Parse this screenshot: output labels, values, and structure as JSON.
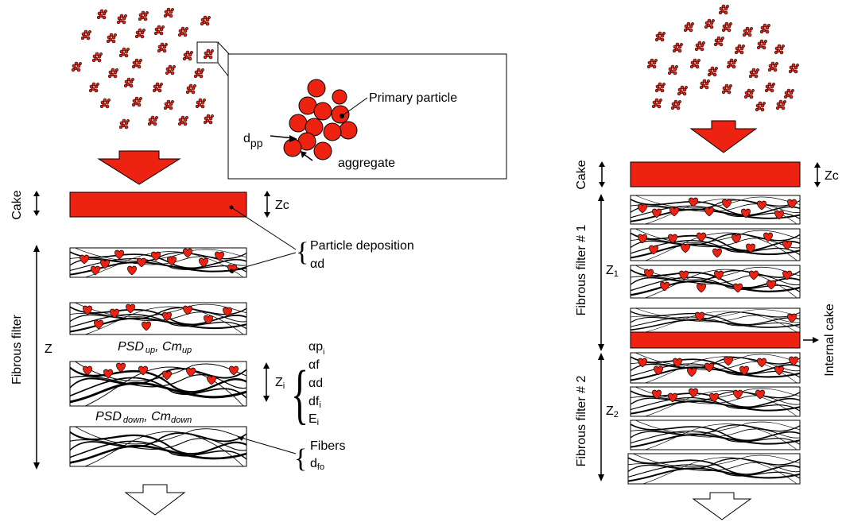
{
  "left_panel": {
    "zoom_inset": {
      "primary_particle_label": "Primary particle",
      "dpp_label": "d",
      "dpp_sub": "pp",
      "aggregate_label": "aggregate"
    },
    "cake_label": "Cake",
    "zc_label": "Zc",
    "fibrous_filter_label": "Fibrous filter",
    "z_label": "Z",
    "particle_deposition_label": "Particle deposition",
    "alpha_d": "αd",
    "psd_up": "PSD",
    "psd_up_sub": "up",
    "cm_up": "Cm",
    "cm_up_sub": "up",
    "psd_down": "PSD",
    "psd_down_sub": "down",
    "cm_down": "Cm",
    "cm_down_sub": "down",
    "zi_label": "Z",
    "zi_sub": "i",
    "params": {
      "alpha_p": "αp",
      "alpha_p_sub": "i",
      "alpha_f": "αf",
      "alpha_d": "αd",
      "d_f": "df",
      "d_f_sub": "i",
      "e_i": "E",
      "e_i_sub": "i"
    },
    "fibers_label": "Fibers",
    "dfo_label": "d",
    "dfo_sub": "fo"
  },
  "right_panel": {
    "cake_label": "Cake",
    "zc_label": "Zc",
    "filter1_label": "Fibrous filter # 1",
    "filter2_label": "Fibrous filter # 2",
    "z1_label": "Z",
    "z1_sub": "1",
    "z2_label": "Z",
    "z2_sub": "2",
    "internal_cake_label": "Internal cake"
  },
  "colors": {
    "particle_red": "#ee2211",
    "outline": "#000000",
    "arrow_red": "#ee2211"
  }
}
